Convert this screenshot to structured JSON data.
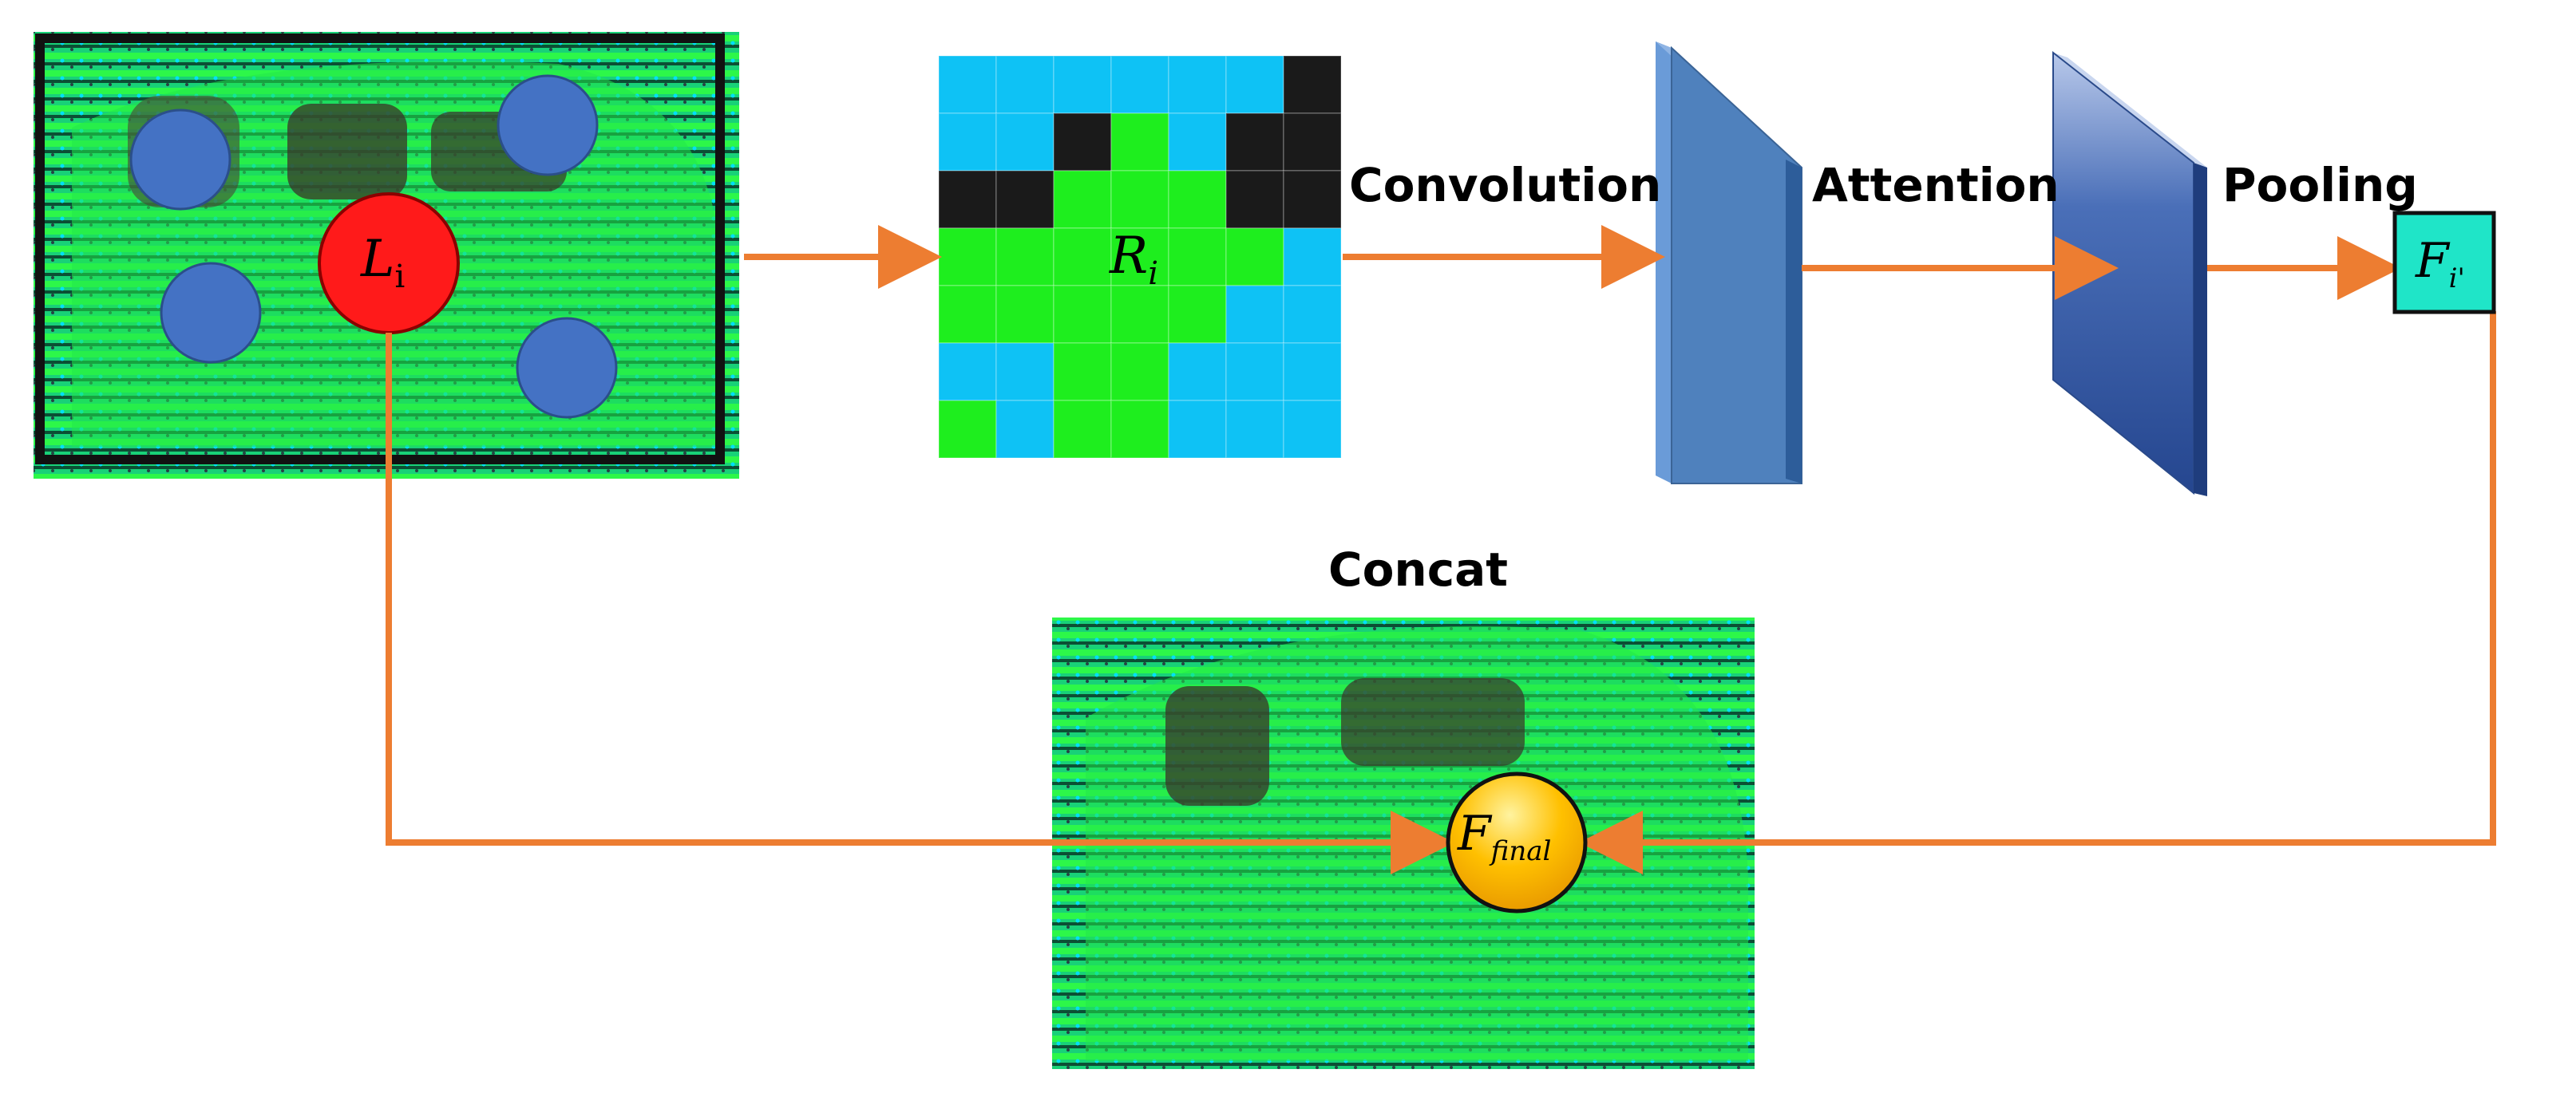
{
  "diagram": {
    "labels": {
      "convolution": "Convolution",
      "attention": "Attention",
      "pooling": "Pooling",
      "concat": "Concat"
    },
    "symbols": {
      "local_point": {
        "base": "L",
        "sub": "i"
      },
      "region": {
        "base": "R",
        "sub": "i"
      },
      "pooled_feature": {
        "base": "F",
        "sub": "i'"
      },
      "final_feature": {
        "base": "F",
        "sub": "final"
      }
    },
    "colors": {
      "arrow": "#ED7D31",
      "point_cloud_green": "#33FF33",
      "point_cloud_cyan": "#10C8F0",
      "neighbor_point": "#4472C4",
      "center_point": "#FF1A1A",
      "grid_cyan": "#0EC2F5",
      "grid_green": "#1EEE1E",
      "grid_dark": "#1A1A1A",
      "conv_layer": "#4F81BD",
      "attention_layer": "#2F5597",
      "feature_box": "#1FE5C8",
      "final_node": "#FFC000"
    },
    "grid_cells": [
      [
        "c",
        "c",
        "c",
        "c",
        "c",
        "c",
        "d"
      ],
      [
        "c",
        "c",
        "d",
        "g",
        "c",
        "d",
        "d"
      ],
      [
        "d",
        "d",
        "g",
        "g",
        "g",
        "d",
        "d"
      ],
      [
        "g",
        "g",
        "g",
        "g",
        "g",
        "g",
        "c"
      ],
      [
        "g",
        "g",
        "g",
        "g",
        "g",
        "c",
        "c"
      ],
      [
        "c",
        "c",
        "g",
        "g",
        "c",
        "c",
        "c"
      ],
      [
        "g",
        "c",
        "g",
        "g",
        "c",
        "c",
        "c"
      ]
    ]
  }
}
